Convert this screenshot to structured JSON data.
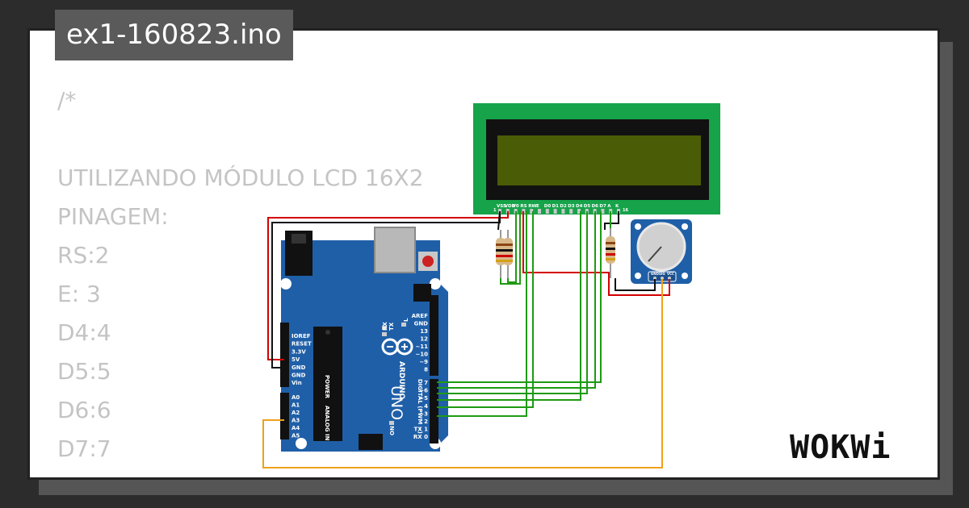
{
  "title": "ex1-160823.ino",
  "code_lines": [
    "/*",
    "",
    "UTILIZANDO MÓDULO LCD 16X2",
    "PINAGEM:",
    "RS:2",
    "E: 3",
    "D4:4",
    "D5:5",
    "D6:6",
    "D7:7"
  ],
  "brand": "WOKWi",
  "lcd": {
    "pin_labels": [
      "VSS",
      "VDD",
      "V0",
      "RS",
      "RW",
      "E",
      "D0",
      "D1",
      "D2",
      "D3",
      "D4",
      "D5",
      "D6",
      "D7",
      "A",
      "K"
    ],
    "pin_first": "1",
    "pin_last": "16",
    "screen_color": "#4a5c06",
    "pcb_color": "#16a34a"
  },
  "arduino": {
    "board_color": "#1f5fa8",
    "name": "UNO",
    "brand": "ARDUINO",
    "on_label": "ON",
    "tx_label": "TX",
    "rx_label": "RX",
    "l_label": "L",
    "power_header": [
      "IOREF",
      "RESET",
      "3.3V",
      "5V",
      "GND",
      "GND",
      "Vin"
    ],
    "power_title": "POWER",
    "analog_header": [
      "A0",
      "A1",
      "A2",
      "A3",
      "A4",
      "A5"
    ],
    "analog_title": "ANALOG IN",
    "digital_top": [
      "AREF",
      "GND",
      "13",
      "12",
      "~11",
      "~10",
      "~9",
      "8"
    ],
    "digital_bottom": [
      "7",
      "~6",
      "~5",
      "4",
      "~3",
      "2",
      "TX 1",
      "RX 0"
    ],
    "digital_title": "DIGITAL (PWM ~)"
  },
  "potentiometer": {
    "pins": [
      "GND",
      "SIG",
      "VCC"
    ]
  },
  "wire_colors": {
    "power": "#d40000",
    "ground": "#111111",
    "signal": "#1e9a12",
    "analog": "#f0a01c"
  }
}
